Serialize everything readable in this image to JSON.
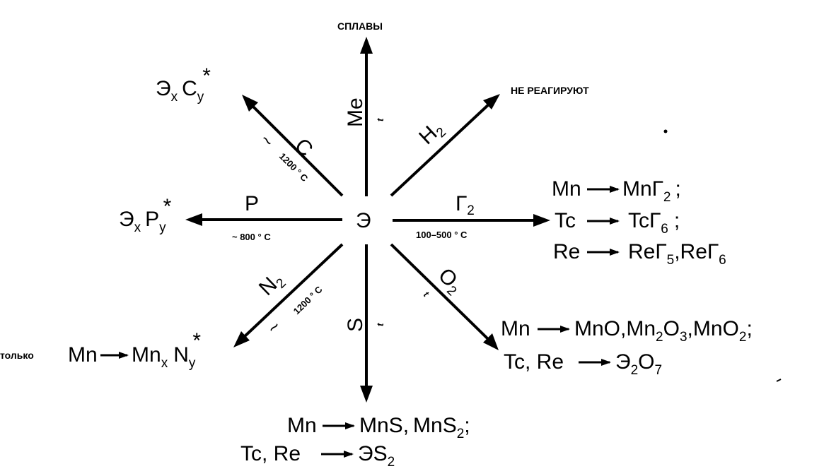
{
  "center": "Э",
  "branches": {
    "up": {
      "reagent": "Me",
      "condition": "t",
      "product": "СПЛАВЫ"
    },
    "up_right": {
      "reagent_base": "H",
      "reagent_sub": "2",
      "product": "НЕ РЕАГИРУЮТ"
    },
    "up_left": {
      "reagent": "C",
      "tilde": "~",
      "condition": "1200 ° C",
      "product_base": "Э",
      "product_sub_x": "x",
      "product_c": "C",
      "product_sub_y": "y",
      "star": "*"
    },
    "left": {
      "reagent": "P",
      "condition": "~  800 ° C",
      "product_base": "Э",
      "product_sub_x": "x",
      "product_p": "P",
      "product_sub_y": "y",
      "star": "*"
    },
    "right": {
      "reagent_base": "Г",
      "reagent_sub": "2",
      "condition": "100–500 ° C",
      "lines": [
        {
          "from": "Mn",
          "to_base": "MnГ",
          "to_sub": "2",
          "tail": ";"
        },
        {
          "from": "Tc",
          "to_base": "TcГ",
          "to_sub": "6",
          "tail": ";"
        },
        {
          "from": "Re",
          "to_a_base": "ReГ",
          "to_a_sub": "5",
          "sep": ",",
          "to_b_base": "ReГ",
          "to_b_sub": "6"
        }
      ]
    },
    "down_left": {
      "reagent_base": "N",
      "reagent_sub": "2",
      "tilde": "~",
      "condition": "1200 ° C",
      "prefix": "только",
      "from": "Mn",
      "to_base": "Mn",
      "to_sub_x": "x",
      "to_n": "N",
      "to_sub_y": "y",
      "star": "*"
    },
    "down": {
      "reagent": "S",
      "condition": "t",
      "line1_from": "Mn",
      "line1_a": "MnS",
      "line1_sep": ",",
      "line1_b_base": "MnS",
      "line1_b_sub": "2",
      "line1_tail": ";",
      "line2_from": "Tc, Re",
      "line2_base": "ЭS",
      "line2_sub": "2"
    },
    "down_right": {
      "reagent_base": "O",
      "reagent_sub": "2",
      "condition": "t",
      "line1_from": "Mn",
      "line1_a": "MnO,",
      "line1_b_base": "Mn",
      "line1_b_sub1": "2",
      "line1_b_mid": "O",
      "line1_b_sub2": "3",
      "line1_c": ",MnO",
      "line1_c_sub": "2",
      "line1_tail": ";",
      "line2_from": "Tc, Re",
      "line2_base": "Э",
      "line2_sub1": "2",
      "line2_mid": "O",
      "line2_sub2": "7"
    }
  }
}
